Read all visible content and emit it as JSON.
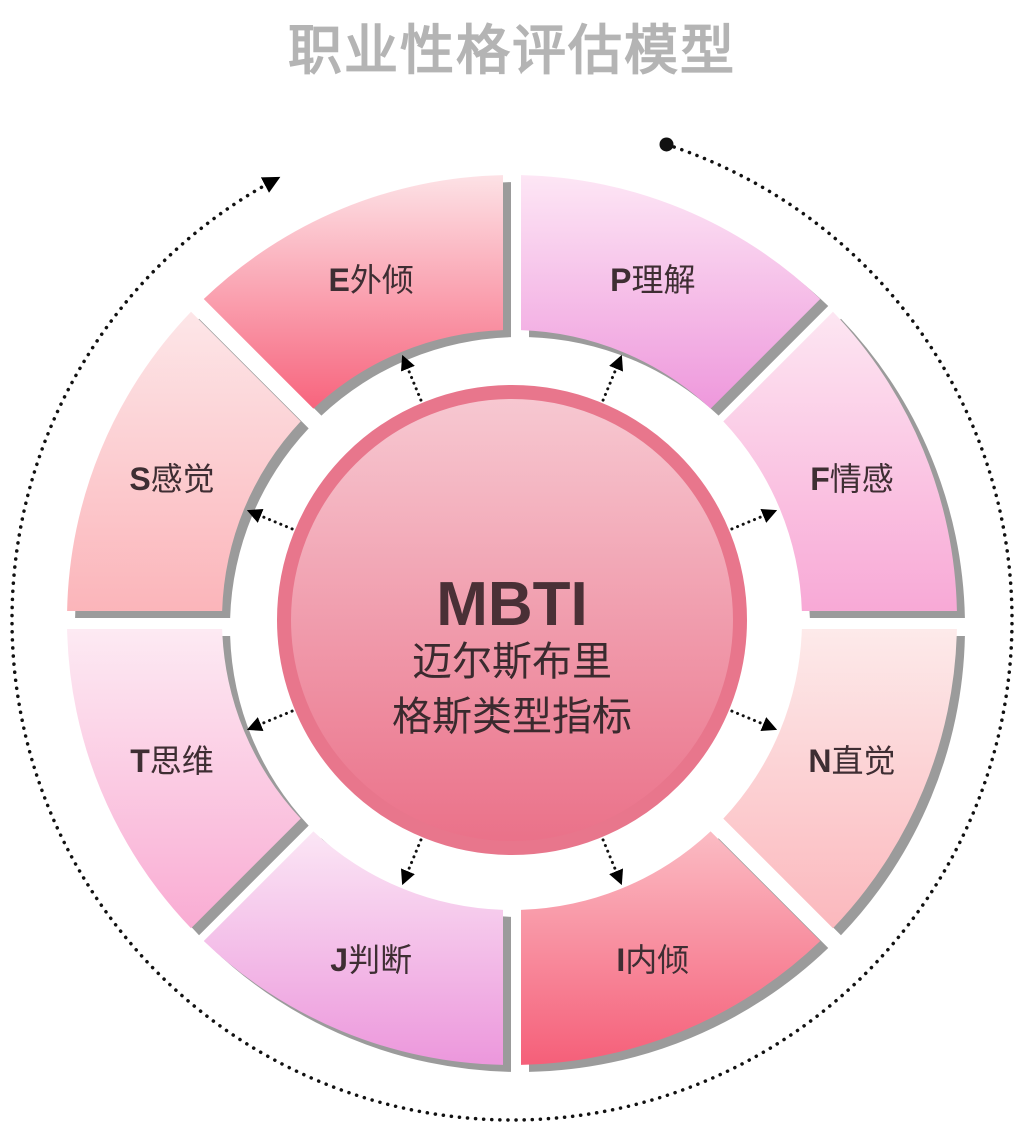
{
  "title": "职业性格评估模型",
  "center": {
    "heading": "MBTI",
    "line1": "迈尔斯布里",
    "line2": "格斯类型指标"
  },
  "segments": [
    {
      "letter": "P",
      "text": "理解",
      "top": "#fde6f5",
      "bottom": "#ee98dc"
    },
    {
      "letter": "F",
      "text": "情感",
      "top": "#fde6f2",
      "bottom": "#f8a9d6"
    },
    {
      "letter": "N",
      "text": "直觉",
      "top": "#fdeaea",
      "bottom": "#fbb8bd"
    },
    {
      "letter": "I",
      "text": "内倾",
      "top": "#fbbcc4",
      "bottom": "#f55f79"
    },
    {
      "letter": "J",
      "text": "判断",
      "top": "#fbe6f5",
      "bottom": "#ec97dc"
    },
    {
      "letter": "T",
      "text": "思维",
      "top": "#fdeaf3",
      "bottom": "#f9acd3"
    },
    {
      "letter": "S",
      "text": "感觉",
      "top": "#fde6e8",
      "bottom": "#fbb5ba"
    },
    {
      "letter": "E",
      "text": "外倾",
      "top": "#fde2e6",
      "bottom": "#f7647d"
    }
  ],
  "colors": {
    "ring": "#e8768c",
    "circle_top": "#f7c9d2",
    "circle_bottom": "#ea7088",
    "shadow": "#8a8a8a",
    "text": "#4a3036"
  }
}
